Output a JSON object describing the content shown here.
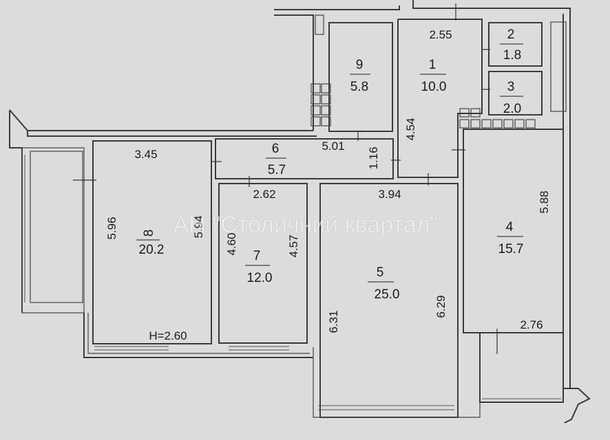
{
  "watermark": "АН \"Столичний квартал\"",
  "ceiling_height": "H=2.60",
  "rooms": [
    {
      "num": "1",
      "area": "10.0"
    },
    {
      "num": "2",
      "area": "1.8"
    },
    {
      "num": "3",
      "area": "2.0"
    },
    {
      "num": "4",
      "area": "15.7"
    },
    {
      "num": "5",
      "area": "25.0"
    },
    {
      "num": "6",
      "area": "5.7"
    },
    {
      "num": "7",
      "area": "12.0"
    },
    {
      "num": "8",
      "area": "20.2"
    },
    {
      "num": "9",
      "area": "5.8"
    }
  ],
  "dimensions": {
    "d_2_55": "2.55",
    "d_3_45": "3.45",
    "d_5_01": "5.01",
    "d_1_16": "1.16",
    "d_4_54": "4.54",
    "d_2_62": "2.62",
    "d_3_94": "3.94",
    "d_5_88": "5.88",
    "d_5_96": "5.96",
    "d_5_94": "5.94",
    "d_4_60": "4.60",
    "d_4_57": "4.57",
    "d_6_31": "6.31",
    "d_6_29": "6.29",
    "d_2_76": "2.76"
  }
}
